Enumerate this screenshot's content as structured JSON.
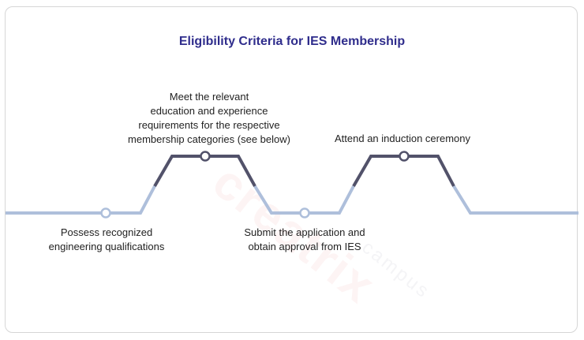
{
  "title": "Eligibility Criteria for IES Membership",
  "watermark": {
    "brand": "creatrix",
    "sub": "campus"
  },
  "colors": {
    "title": "#2f2d8c",
    "line_light": "#aebfdb",
    "line_dark": "#52526a"
  },
  "steps": [
    {
      "id": "qualifications",
      "lines": [
        "Possess recognized",
        "engineering qualifications"
      ]
    },
    {
      "id": "requirements",
      "lines": [
        "Meet the relevant",
        "education and experience",
        "requirements for the respective",
        "membership categories (see below)"
      ]
    },
    {
      "id": "application",
      "lines": [
        "Submit the application and",
        "obtain approval from IES"
      ]
    },
    {
      "id": "induction",
      "lines": [
        "Attend an induction ceremony"
      ]
    }
  ]
}
